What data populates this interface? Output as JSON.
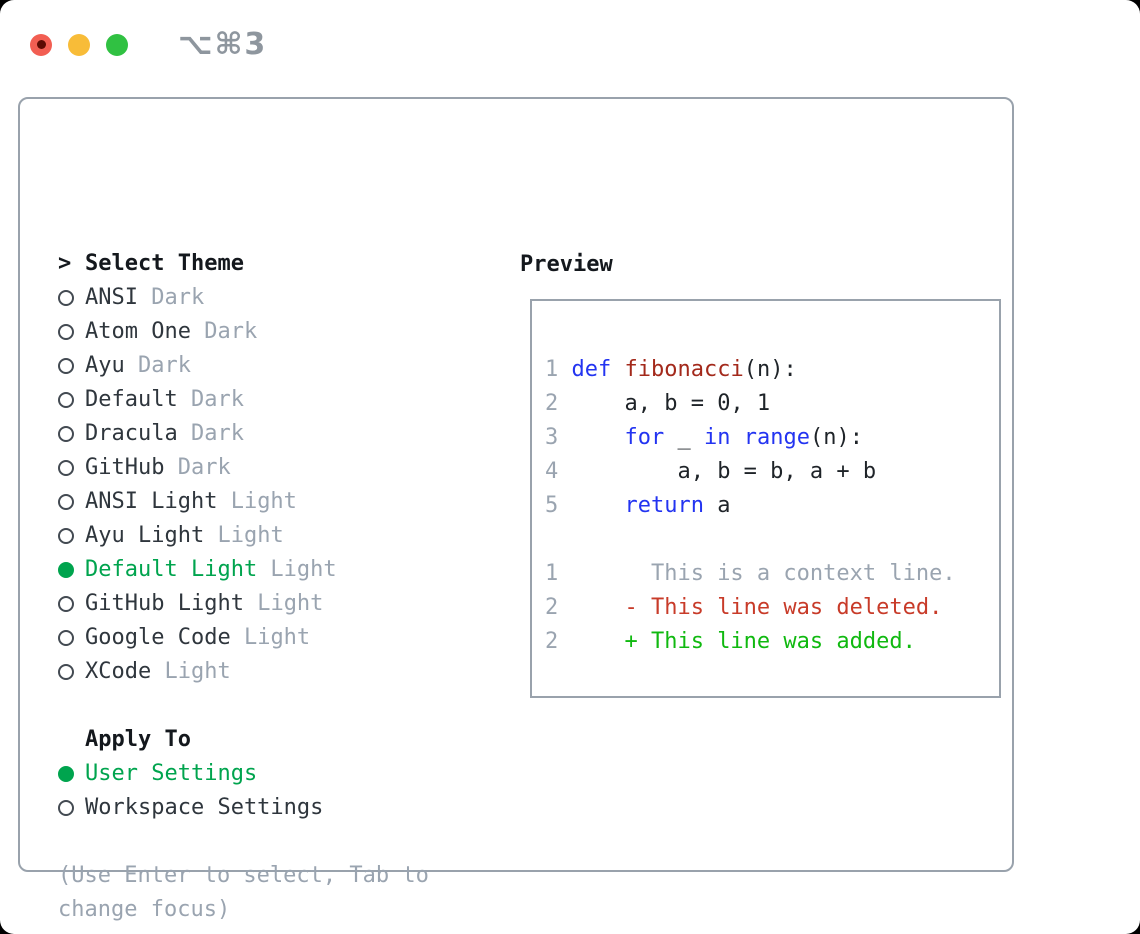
{
  "titlebar": {
    "shortcut": "⌥⌘3"
  },
  "theme_panel": {
    "title_marker": ">",
    "title": "Select Theme",
    "items": [
      {
        "name": "ANSI",
        "variant": "Dark",
        "selected": false
      },
      {
        "name": "Atom One",
        "variant": "Dark",
        "selected": false
      },
      {
        "name": "Ayu",
        "variant": "Dark",
        "selected": false
      },
      {
        "name": "Default",
        "variant": "Dark",
        "selected": false
      },
      {
        "name": "Dracula",
        "variant": "Dark",
        "selected": false
      },
      {
        "name": "GitHub",
        "variant": "Dark",
        "selected": false
      },
      {
        "name": "ANSI Light",
        "variant": "Light",
        "selected": false
      },
      {
        "name": "Ayu Light",
        "variant": "Light",
        "selected": false
      },
      {
        "name": "Default Light",
        "variant": "Light",
        "selected": true
      },
      {
        "name": "GitHub Light",
        "variant": "Light",
        "selected": false
      },
      {
        "name": "Google Code",
        "variant": "Light",
        "selected": false
      },
      {
        "name": "XCode",
        "variant": "Light",
        "selected": false
      }
    ],
    "apply_to": {
      "title": "Apply To",
      "options": [
        {
          "label": "User Settings",
          "selected": true
        },
        {
          "label": "Workspace Settings",
          "selected": false
        }
      ]
    },
    "hint_lines": [
      "(Use Enter to select, Tab to",
      "change focus)"
    ]
  },
  "preview": {
    "title": "Preview",
    "code_lines": [
      {
        "num": "1",
        "segments": [
          {
            "t": " ",
            "c": "pl"
          },
          {
            "t": "def",
            "c": "kw"
          },
          {
            "t": " ",
            "c": "pl"
          },
          {
            "t": "fibonacci",
            "c": "fn"
          },
          {
            "t": "(n):",
            "c": "pl"
          }
        ]
      },
      {
        "num": "2",
        "segments": [
          {
            "t": "     a, b = 0, 1",
            "c": "pl"
          }
        ]
      },
      {
        "num": "3",
        "segments": [
          {
            "t": "     ",
            "c": "pl"
          },
          {
            "t": "for",
            "c": "kw"
          },
          {
            "t": " _ ",
            "c": "pl"
          },
          {
            "t": "in",
            "c": "kw"
          },
          {
            "t": " ",
            "c": "pl"
          },
          {
            "t": "range",
            "c": "kw"
          },
          {
            "t": "(n):",
            "c": "pl"
          }
        ]
      },
      {
        "num": "4",
        "segments": [
          {
            "t": "         a, b = b, a + b",
            "c": "pl"
          }
        ]
      },
      {
        "num": "5",
        "segments": [
          {
            "t": "     ",
            "c": "pl"
          },
          {
            "t": "return",
            "c": "kw"
          },
          {
            "t": " a",
            "c": "pl"
          }
        ]
      }
    ],
    "diff_lines": [
      {
        "num": "1",
        "kind": "context",
        "segments": [
          {
            "t": "       This is a context line.",
            "c": "ctx"
          }
        ]
      },
      {
        "num": "2",
        "kind": "deleted",
        "segments": [
          {
            "t": "     - This line was deleted.",
            "c": "del"
          }
        ]
      },
      {
        "num": "2",
        "kind": "added",
        "segments": [
          {
            "t": "     + This line was added.",
            "c": "add"
          }
        ]
      }
    ]
  },
  "colors": {
    "traffic_red": "#f25e52",
    "traffic_red_dot": "#5d0b03",
    "traffic_yellow": "#f8bc38",
    "traffic_green": "#30c142",
    "titlebar_text": "#8e969e",
    "panel_border": "#99a2ac",
    "heading_text": "#14181d",
    "item_text": "#2f363d",
    "muted_text": "#9aa4b0",
    "selection_green": "#00a44e",
    "diff_added_green": "#10b910",
    "diff_deleted_red": "#c83b29",
    "keyword_blue": "#2334f1",
    "function_red": "#a3291b",
    "code_text": "#1e2328"
  }
}
